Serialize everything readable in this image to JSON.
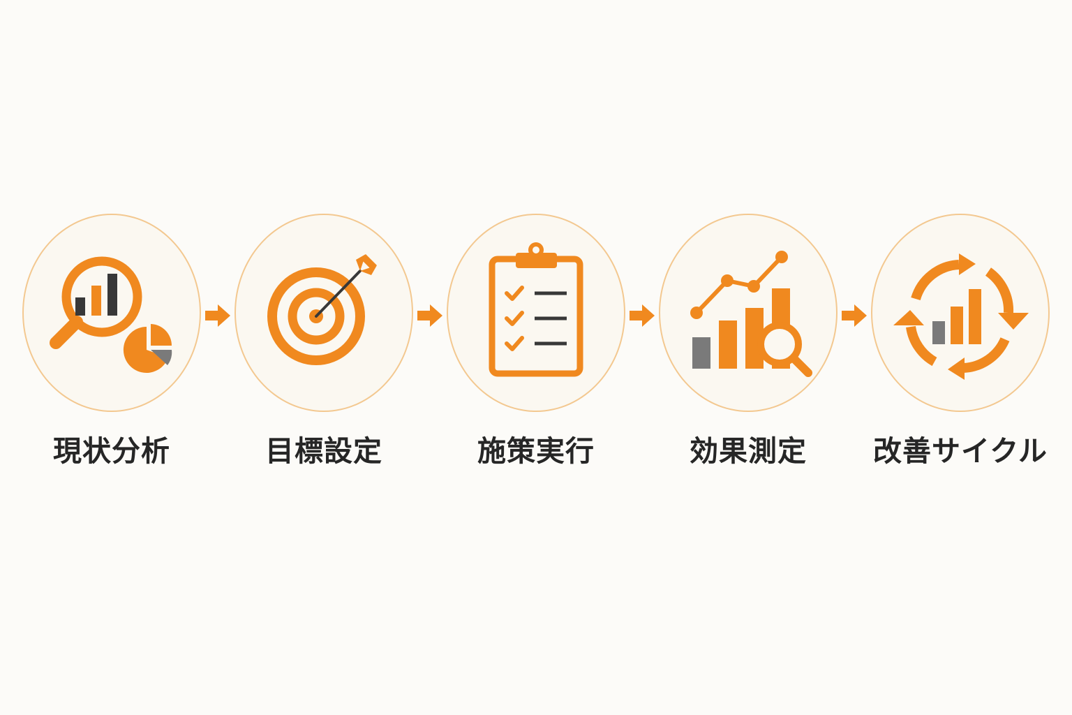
{
  "colors": {
    "accent": "#f0891f",
    "dark": "#383838",
    "gray": "#7a7a7a",
    "circle_fill": "#fbf8f1",
    "circle_border": "#f3c890",
    "text": "#262626",
    "background": "#fcfbf8"
  },
  "steps": [
    {
      "label": "現状分析",
      "icon": "magnifier-bar-chart-pie-icon"
    },
    {
      "label": "目標設定",
      "icon": "target-arrow-icon"
    },
    {
      "label": "施策実行",
      "icon": "clipboard-checklist-icon"
    },
    {
      "label": "効果測定",
      "icon": "trend-chart-magnifier-icon"
    },
    {
      "label": "改善サイクル",
      "icon": "cycle-arrows-chart-icon"
    }
  ],
  "connectors": [
    "arrow-right-icon",
    "arrow-right-icon",
    "arrow-right-icon",
    "arrow-right-icon"
  ]
}
